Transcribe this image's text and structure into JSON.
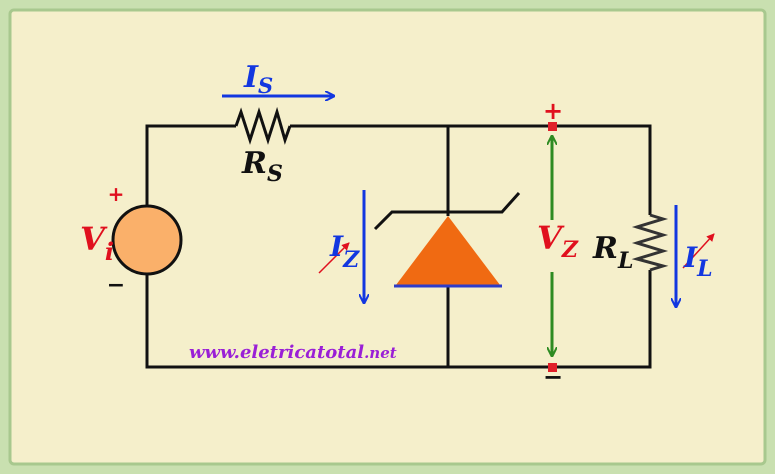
{
  "labels": {
    "is": {
      "main": "I",
      "sub": "S"
    },
    "rs": {
      "main": "R",
      "sub": "S"
    },
    "vi": {
      "main": "V",
      "sub": "i"
    },
    "iz": {
      "main": "I",
      "sub": "Z"
    },
    "vz": {
      "main": "V",
      "sub": "Z"
    },
    "rl": {
      "main": "R",
      "sub": "L"
    },
    "il": {
      "main": "I",
      "sub": "L"
    }
  },
  "polarity": {
    "plus": "+",
    "minus": "−"
  },
  "watermark": {
    "main": "www.eletricatotal",
    "suffix": ".net"
  },
  "colors": {
    "background": "#F5EFCB",
    "frame": "#B5D39A",
    "wire": "#111111",
    "current": "#1237E0",
    "voltage": "#2E8B22",
    "label_red": "#E0101E",
    "source_fill": "#FAB06A",
    "zener_fill": "#F06A12",
    "terminal": "#E0202A",
    "watermark": "#9A1FD6"
  },
  "icons": {
    "source": "voltage-source-icon",
    "resistor": "resistor-icon",
    "zener": "zener-diode-icon"
  }
}
